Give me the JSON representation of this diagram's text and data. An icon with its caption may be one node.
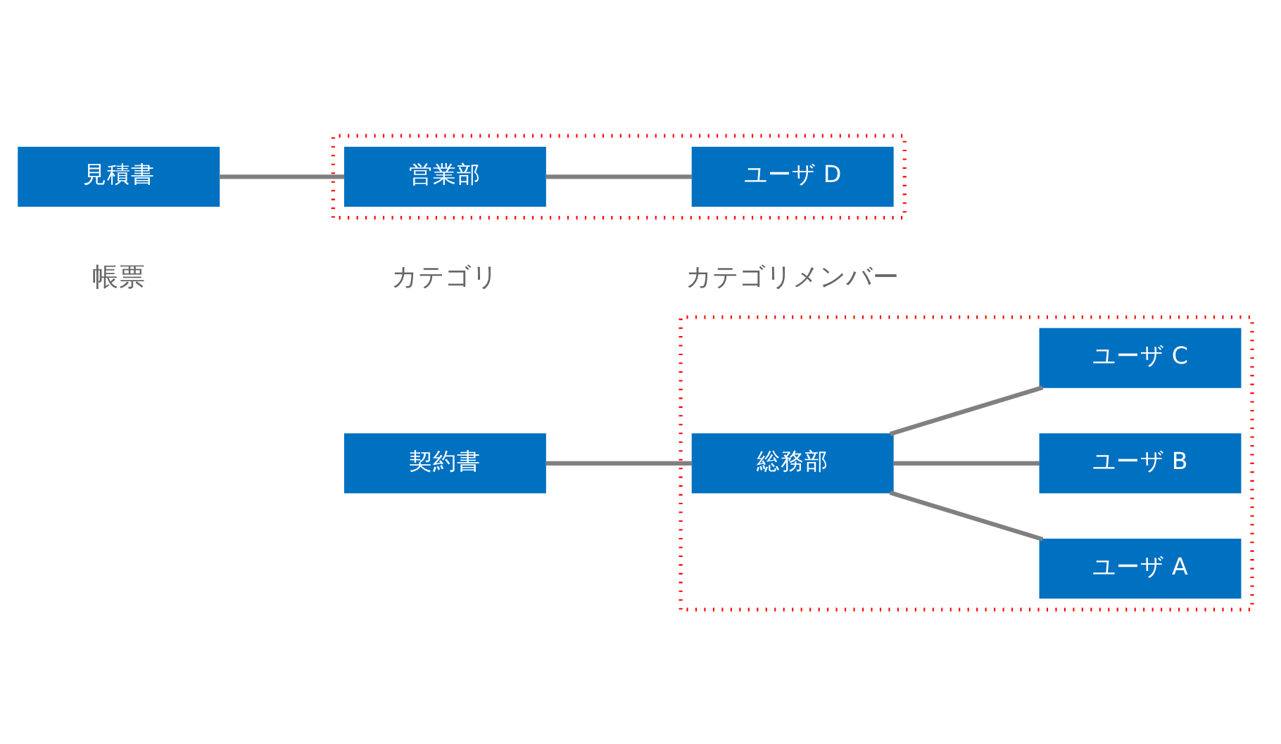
{
  "diagram": {
    "nodes": [
      {
        "text": [
          "契約書"
        ]
      },
      {
        "text": [],
        "shape": "box"
      },
      {
        "text": [
          "総務部"
        ],
        "in": 1
      },
      {
        "text": [
          "ユーザ A"
        ],
        "in": 1
      },
      {
        "text": [
          "ユーザ B"
        ],
        "in": 1
      },
      {
        "text": [
          "ユーザ C"
        ],
        "in": 1
      },
      {
        "text": [
          "見積書"
        ]
      },
      {
        "text": [],
        "shape": "box"
      },
      {
        "text": [
          "営業部"
        ],
        "in": 7
      },
      {
        "text": [
          "ユーザ D"
        ],
        "in": 7
      }
    ],
    "edges": [
      {
        "from": 0,
        "to": 2,
        "arrow": "none"
      },
      {
        "from": 2,
        "to": 3,
        "arrow": "none"
      },
      {
        "from": 2,
        "to": 4,
        "arrow": "none"
      },
      {
        "from": 2,
        "to": 5,
        "arrow": "none"
      },
      {
        "from": 6,
        "to": 8,
        "arrow": "none"
      },
      {
        "from": 8,
        "to": 9,
        "arrow": "none"
      }
    ],
    "labels": [
      "帳票",
      "カテゴリ",
      "カテゴリメンバー"
    ]
  }
}
